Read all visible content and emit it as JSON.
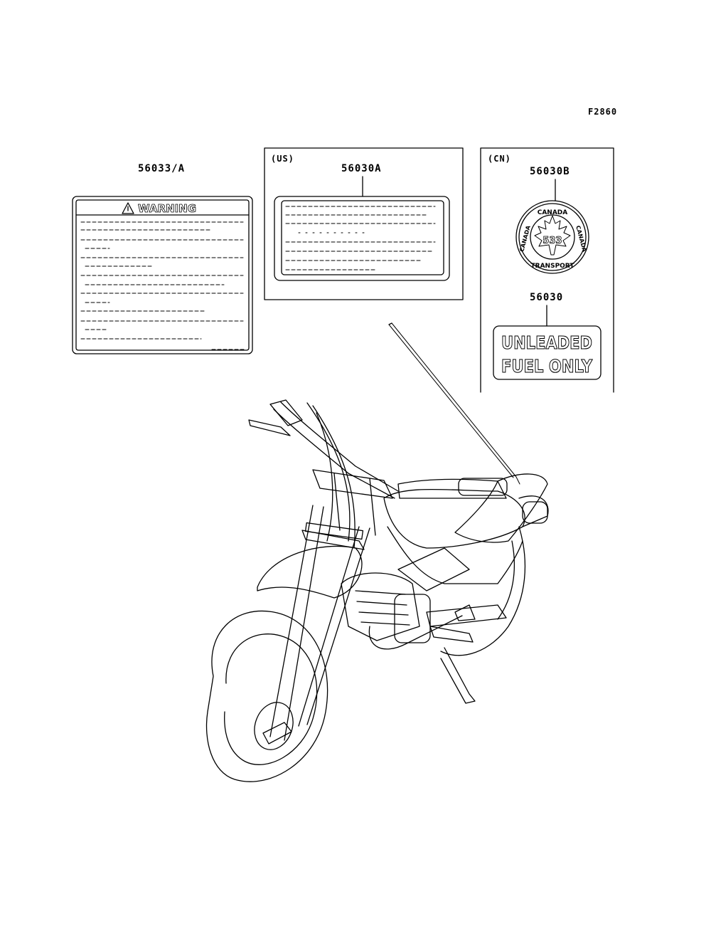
{
  "diagram_code": "F2860",
  "labels": {
    "warning": {
      "part": "56033/A",
      "title": "WARNING"
    },
    "us": {
      "region": "(US)",
      "part": "56030A"
    },
    "cn": {
      "region": "(CN)",
      "seal_part": "56030B",
      "seal_number": "533",
      "seal_top": "CANADA",
      "seal_bottom": "TRANSPORT",
      "seal_left": "CANADA",
      "seal_right": "CANADA",
      "fuel_part": "56030",
      "fuel_line1": "UNLEADED",
      "fuel_line2": "FUEL ONLY"
    }
  }
}
